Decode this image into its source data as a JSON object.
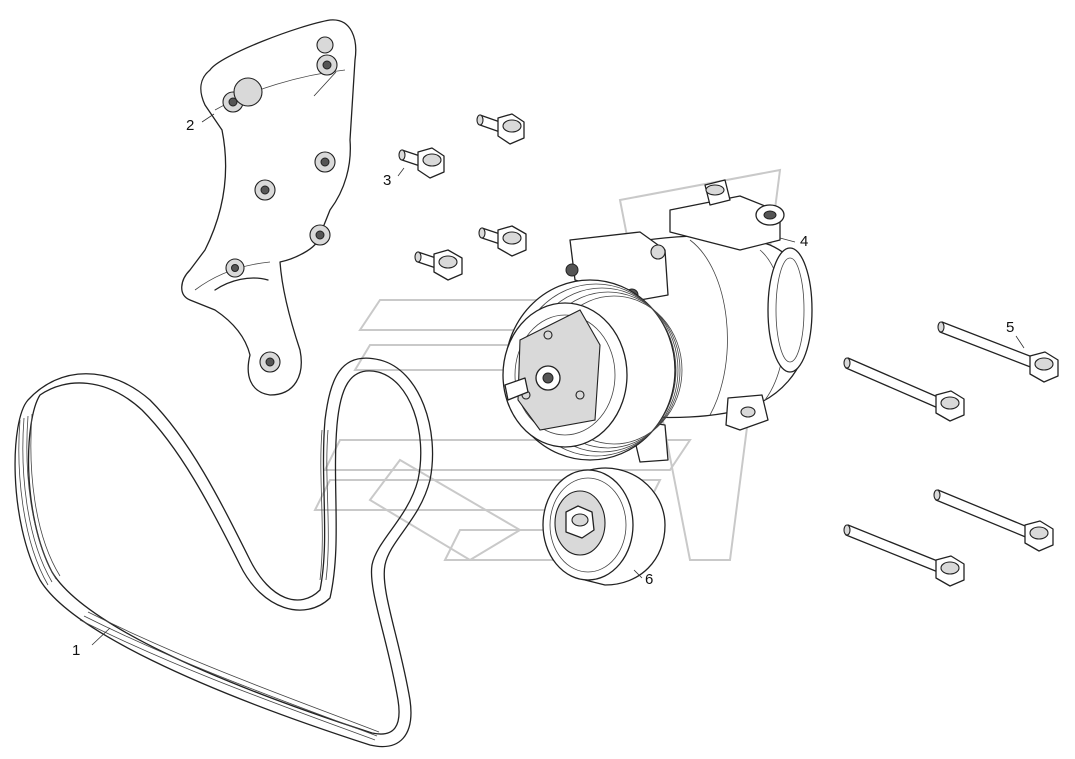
{
  "callouts": [
    {
      "id": "1",
      "label": "1"
    },
    {
      "id": "2",
      "label": "2"
    },
    {
      "id": "3",
      "label": "3"
    },
    {
      "id": "4",
      "label": "4"
    },
    {
      "id": "5",
      "label": "5"
    },
    {
      "id": "6",
      "label": "6"
    }
  ],
  "colors": {
    "line": "#222222",
    "watermark": "#c9c9c9",
    "background": "#ffffff"
  }
}
